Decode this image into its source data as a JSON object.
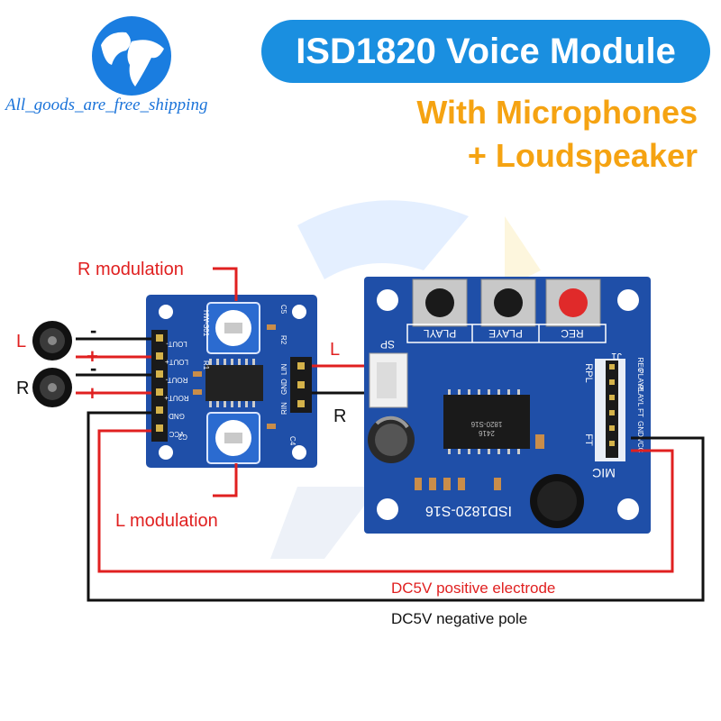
{
  "header": {
    "title": "ISD1820 Voice Module",
    "subtitle_line1": "With Microphones",
    "subtitle_line2": "+ Loudspeaker",
    "brand": "All_goods_are_free_shipping"
  },
  "colors": {
    "title_bg": "#1a8fe0",
    "subtitle": "#f5a312",
    "brand": "#1a73d9",
    "wire_red": "#e02020",
    "wire_black": "#111111",
    "pcb_blue": "#1f4fa8"
  },
  "amp_board": {
    "pins": [
      "LOUT-",
      "LOUT+",
      "ROUT-",
      "ROUT+",
      "GND",
      "VCC"
    ],
    "input_pins": [
      "RIN",
      "GND",
      "LIN"
    ],
    "silk_model": "HW-301",
    "silk_labels": [
      "C5",
      "R2",
      "R1",
      "C2",
      "C4"
    ]
  },
  "voice_board": {
    "button_labels": [
      "PLAYL",
      "PLAYE",
      "REC"
    ],
    "header_labels": [
      "REC",
      "PLAYE",
      "PLAYL",
      "FT",
      "GND",
      "VCC"
    ],
    "side_labels": [
      "RPL",
      "FT"
    ],
    "sp_label": "SP",
    "j1_label": "J1",
    "mic_label": "MIC",
    "model_label": "ISD1820-S16",
    "chip_text_1": "1820-S16",
    "chip_text_2": "2416"
  },
  "annotations": {
    "r_modulation": "R modulation",
    "l_modulation": "L modulation",
    "speaker_l": "L",
    "speaker_r": "R",
    "minus": "-",
    "plus": "+",
    "wire_l": "L",
    "wire_r": "R",
    "positive": "DC5V positive electrode",
    "negative": "DC5V negative pole"
  }
}
